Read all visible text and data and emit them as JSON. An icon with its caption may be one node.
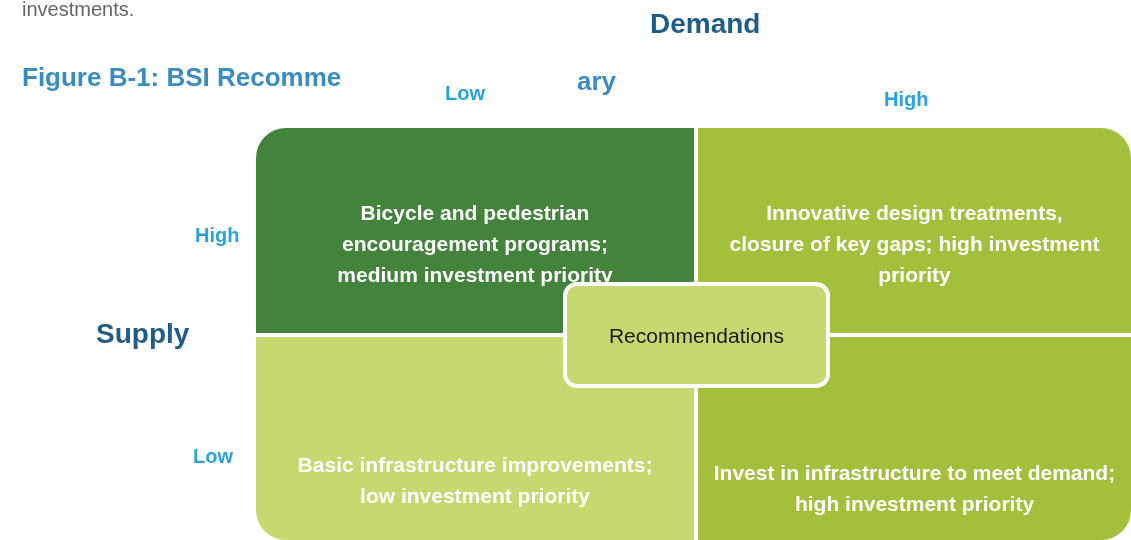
{
  "diagram": {
    "nodes": [
      {
        "text": [
          "Bicycle and pedestrian encouragement programs; medium investment priority"
        ]
      },
      {
        "text": [
          "Innovative design treatments, closure of key gaps; high investment priority"
        ]
      },
      {
        "text": [
          "Basic  infrastructure improvements; low investment priority"
        ]
      },
      {
        "text": [
          "Invest in infrastructure to meet demand; high investment priority"
        ]
      },
      {
        "text": [
          "Recommendations"
        ]
      }
    ],
    "edges": [],
    "labels": [
      "investments.",
      "Demand",
      "Figure B-1: BSI Recomme",
      "Low",
      "ary",
      "High",
      "High",
      "Supply",
      "Low"
    ]
  }
}
